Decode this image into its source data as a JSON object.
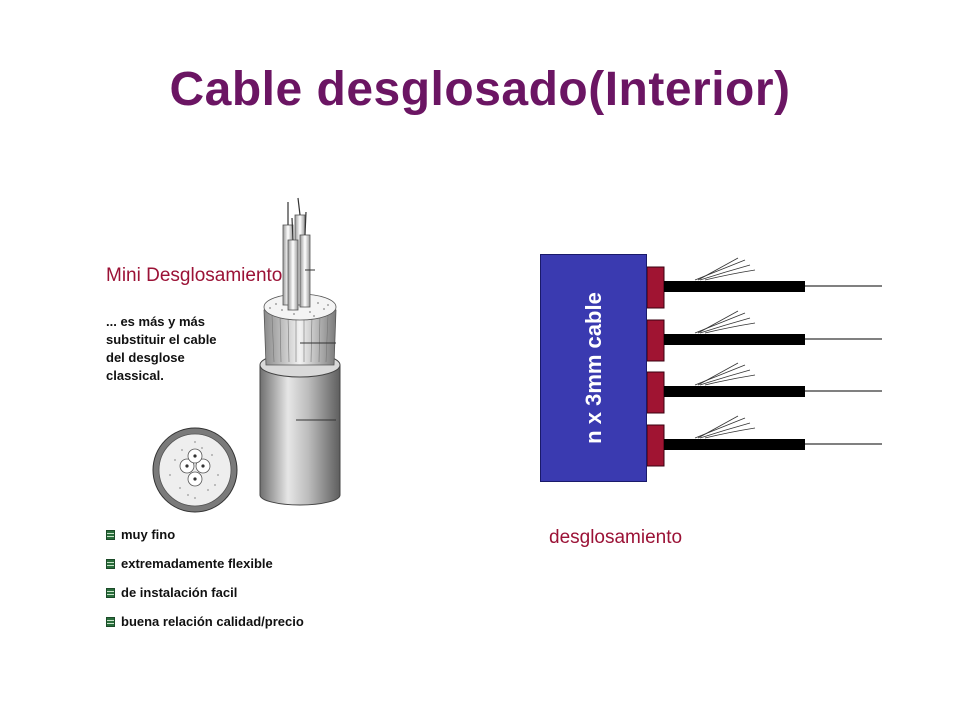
{
  "title": "Cable desglosado(Interior)",
  "left_panel": {
    "label": "Mini Desglosamiento",
    "description": "... es más y más substituir el cable del desglose classical.",
    "features": [
      "muy fino",
      "extremadamente flexible",
      "de instalación facil",
      "buena relación calidad/precio"
    ],
    "bullet_icon": "cable-bullet-icon"
  },
  "right_panel": {
    "box_label": "n x 3mm cable",
    "caption": "desglosamiento",
    "breakout_count": 4,
    "colors": {
      "box": "#3a3ab0",
      "connector": "#a01432",
      "cable": "#000000"
    }
  },
  "colors": {
    "title": "#6b1563",
    "label": "#9b1236"
  }
}
